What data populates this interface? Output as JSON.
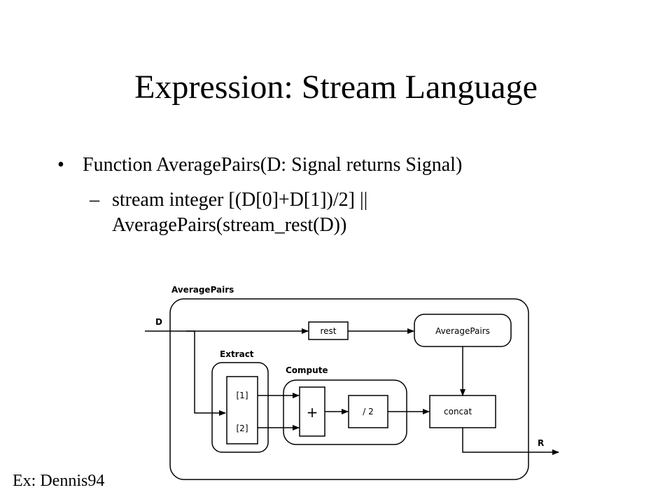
{
  "slide": {
    "title": "Expression: Stream Language",
    "bullet": "Function AveragePairs(D: Signal returns Signal)",
    "sub_line1": "stream integer [(D[0]+D[1])/2] ||",
    "sub_line2": "AveragePairs(stream_rest(D))",
    "credit": "Ex: Dennis94"
  },
  "diagram": {
    "outer_label": "AveragePairs",
    "input_label": "D",
    "output_label": "R",
    "extract_label": "Extract",
    "compute_label": "Compute",
    "rest_label": "rest",
    "recursive_label": "AveragePairs",
    "index1_label": "[1]",
    "index2_label": "[2]",
    "plus_label": "+",
    "div_label": "/ 2",
    "concat_label": "concat"
  }
}
